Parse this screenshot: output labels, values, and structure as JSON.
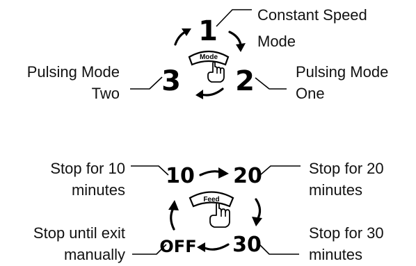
{
  "mode_diagram": {
    "button_label": "Mode",
    "steps": [
      {
        "number": "1",
        "label_lines": [
          "Constant Speed",
          "Mode"
        ]
      },
      {
        "number": "2",
        "label_lines": [
          "Pulsing Mode",
          "One"
        ]
      },
      {
        "number": "3",
        "label_lines": [
          "Pulsing Mode",
          "Two"
        ]
      }
    ]
  },
  "feed_diagram": {
    "button_label": "Feed",
    "steps": [
      {
        "number": "10",
        "label_lines": [
          "Stop for 10",
          "minutes"
        ]
      },
      {
        "number": "20",
        "label_lines": [
          "Stop for 20",
          "minutes"
        ]
      },
      {
        "number": "30",
        "label_lines": [
          "Stop for 30",
          "minutes"
        ]
      },
      {
        "number": "OFF",
        "label_lines": [
          "Stop until exit",
          "manually"
        ]
      }
    ]
  }
}
